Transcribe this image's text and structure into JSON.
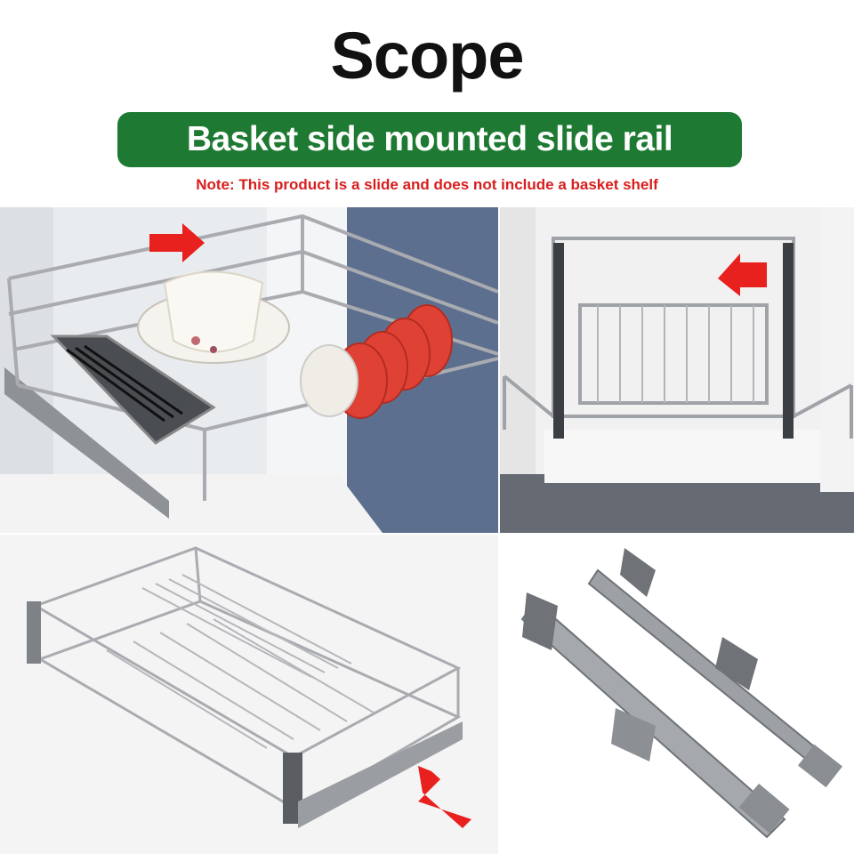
{
  "header": {
    "title": "Scope",
    "banner": "Basket side mounted slide rail",
    "note": "Note: This product is a slide and does not include a basket shelf"
  },
  "colors": {
    "banner_green": "#1e7a32",
    "note_red": "#d81e1e",
    "arrow_red": "#e8201e",
    "wire_chrome": "#a9abb0",
    "rail_grey": "#9da0a4"
  },
  "images": [
    {
      "name": "photo-basket-with-bowls",
      "arrow": "right"
    },
    {
      "name": "photo-basket-in-cabinet",
      "arrow": "left"
    },
    {
      "name": "photo-dish-rack-basket",
      "arrow": "up-left"
    },
    {
      "name": "photo-slide-rails-pair",
      "arrow": "none"
    }
  ]
}
